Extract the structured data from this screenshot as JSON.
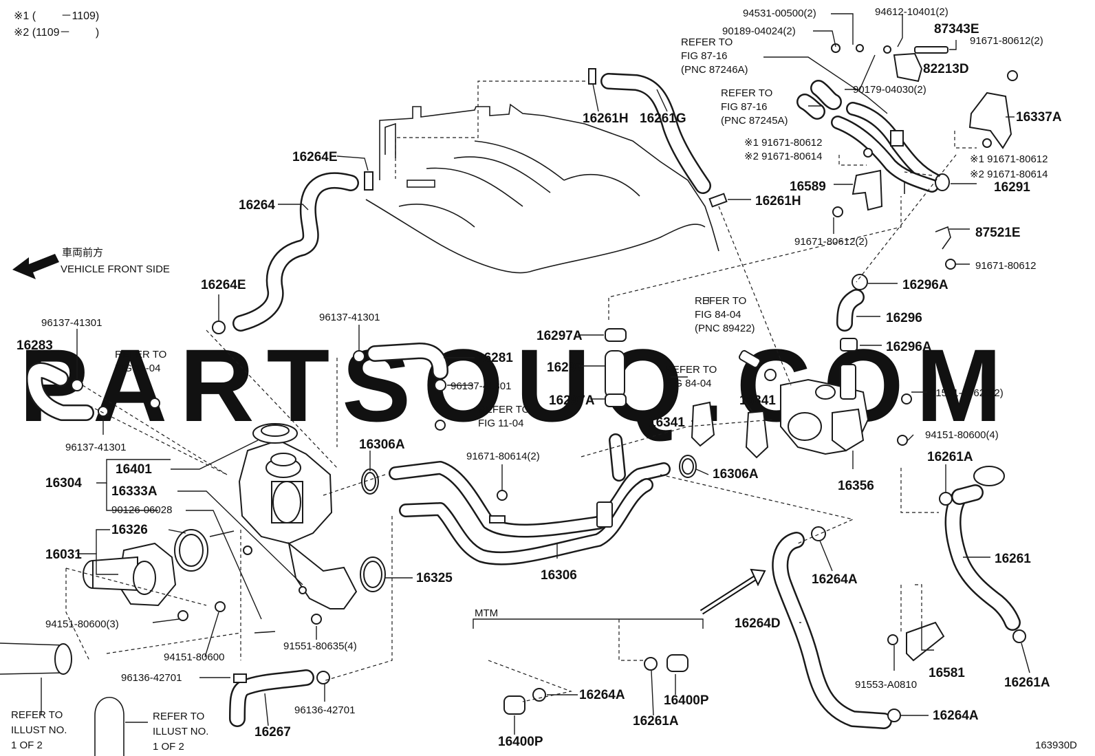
{
  "diagram": {
    "footnotes": [
      "※1 (　　 －1109)",
      "※2 (1109－　　 )"
    ],
    "figure_code": "163930D",
    "watermark": "PARTSOUQ.COM",
    "direction": {
      "jp": "車両前方",
      "en": "VEHICLE FRONT SIDE"
    },
    "mtm_label": "MTM",
    "refs": {
      "fig_87_16_a": [
        "REFER TO",
        "FIG 87-16",
        "(PNC 87246A)"
      ],
      "fig_87_16_b": [
        "REFER TO",
        "FIG 87-16",
        "(PNC 87245A)"
      ],
      "fig_84_04_a": [
        "REFER TO",
        "FIG 84-04",
        "(PNC 89422)"
      ],
      "fig_84_04_b": [
        "REFER TO",
        "FIG 84-04"
      ],
      "fig_11_04_a": [
        "REFER TO",
        "FIG 11-04"
      ],
      "fig_11_04_b": [
        "REFER TO",
        "FIG 11-04"
      ],
      "illust_a": [
        "REFER TO",
        "ILLUST NO.",
        "1 OF 2"
      ],
      "illust_b": [
        "REFER TO",
        "ILLUST NO.",
        "1 OF 2"
      ]
    },
    "labels": {
      "p94531": "94531-00500(2)",
      "p94612": "94612-10401(2)",
      "p87343e": "87343E",
      "p90189": "90189-04024(2)",
      "p91671_80612_2a": "91671-80612(2)",
      "p82213d": "82213D",
      "p90179": "90179-04030(2)",
      "p16337a": "16337A",
      "p16261h_top": "16261H",
      "p16261g": "16261G",
      "p16264e_top": "16264E",
      "p16264": "16264",
      "p16261h_mid": "16261H",
      "m1_91671_80612": "※1 91671-80612",
      "m2_91671_80614": "※2 91671-80614",
      "m1_91671_80612_r": "※1 91671-80612",
      "m2_91671_80614_r": "※2 91671-80614",
      "p16589": "16589",
      "p16291": "16291",
      "p91671_80612_2b": "91671-80612(2)",
      "p87521e": "87521E",
      "p91671_80612_c": "91671-80612",
      "p16296a_top": "16296A",
      "p16296": "16296",
      "p16296a_bot": "16296A",
      "p16264e_mid": "16264E",
      "p96137_a": "96137-41301",
      "p16283": "16283",
      "p96137_b": "96137-41301",
      "p16281": "16281",
      "p96137_c": "96137-41301",
      "p96137_d": "96137-41301",
      "p16297a_top": "16297A",
      "p16297": "16297",
      "p16297a_bot": "16297A",
      "p16341_a": "16341",
      "p16341_b": "16341",
      "p91551_80620": "91551-80620(2)",
      "p94151_80600_4": "94151-80600(4)",
      "p16401": "16401",
      "p16304": "16304",
      "p16333a": "16333A",
      "p90126": "90126-06028",
      "p16306a_top": "16306A",
      "p91671_80614_2": "91671-80614(2)",
      "p16306a_r": "16306A",
      "p16356": "16356",
      "p16261a_r": "16261A",
      "p16031": "16031",
      "p16326": "16326",
      "p16325": "16325",
      "p16306": "16306",
      "p16264a_mid": "16264A",
      "p16261": "16261",
      "p94151_80600_3": "94151-80600(3)",
      "p94151_80600": "94151-80600",
      "p91551_80635": "91551-80635(4)",
      "p16264d": "16264D",
      "p16581": "16581",
      "p91553": "91553-A0810",
      "p16261a_br": "16261A",
      "p96136_a": "96136-42701",
      "p96136_b": "96136-42701",
      "p16267": "16267",
      "p16264a_mtm": "16264A",
      "p16400p_r": "16400P",
      "p16261a_mtm": "16261A",
      "p16400p_l": "16400P",
      "p16264a_bot": "16264A"
    }
  }
}
